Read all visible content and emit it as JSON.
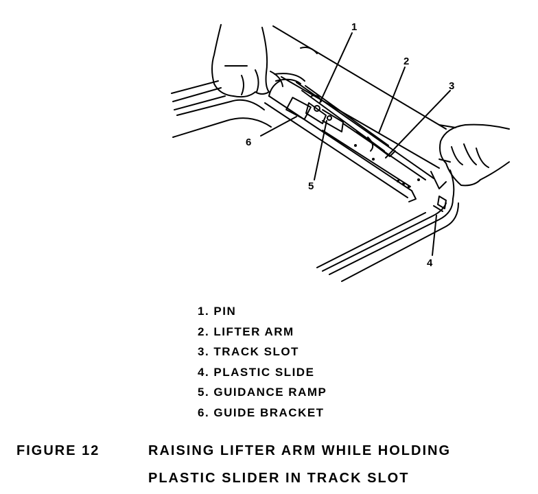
{
  "callouts": [
    "1",
    "2",
    "3",
    "4",
    "5",
    "6"
  ],
  "legend": [
    "1. PIN",
    "2. LIFTER ARM",
    "3. TRACK SLOT",
    "4. PLASTIC SLIDE",
    "5. GUIDANCE RAMP",
    "6. GUIDE BRACKET"
  ],
  "caption": {
    "figure": "FIGURE 12",
    "line1": "RAISING LIFTER ARM WHILE HOLDING",
    "line2": "PLASTIC SLIDER IN TRACK SLOT"
  }
}
